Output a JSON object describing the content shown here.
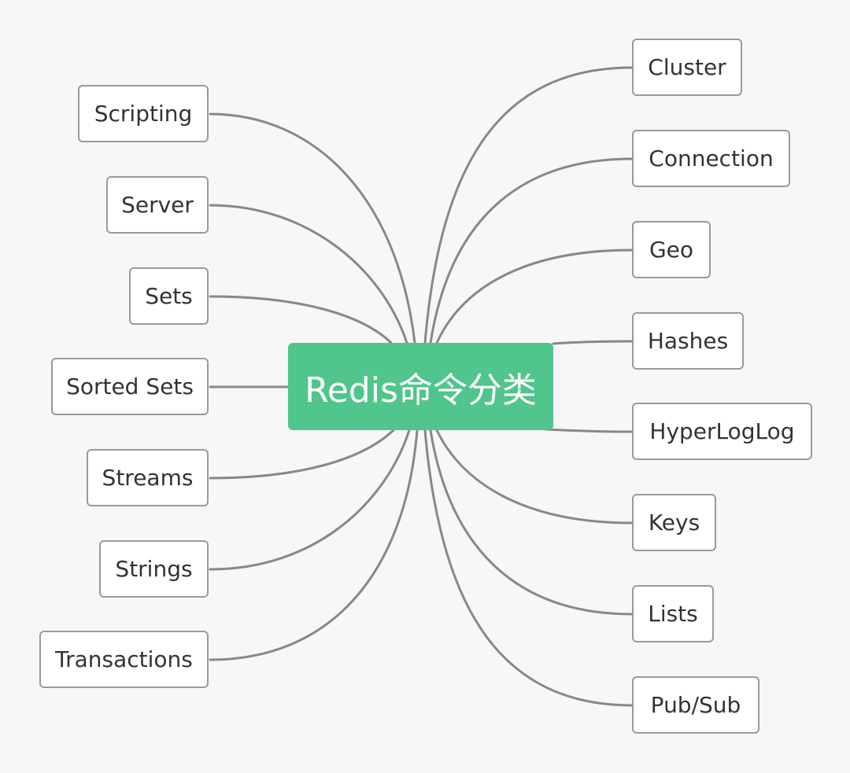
{
  "center": {
    "label": "Redis命令分类"
  },
  "left_nodes": [
    {
      "label": "Scripting"
    },
    {
      "label": "Server"
    },
    {
      "label": "Sets"
    },
    {
      "label": "Sorted Sets"
    },
    {
      "label": "Streams"
    },
    {
      "label": "Strings"
    },
    {
      "label": "Transactions"
    }
  ],
  "right_nodes": [
    {
      "label": "Cluster"
    },
    {
      "label": "Connection"
    },
    {
      "label": "Geo"
    },
    {
      "label": "Hashes"
    },
    {
      "label": "HyperLogLog"
    },
    {
      "label": "Keys"
    },
    {
      "label": "Lists"
    },
    {
      "label": "Pub/Sub"
    }
  ],
  "colors": {
    "center_fill": "#50c58c",
    "line": "#888888",
    "node_border": "#9a9a9a",
    "background": "#f7f7f7"
  }
}
